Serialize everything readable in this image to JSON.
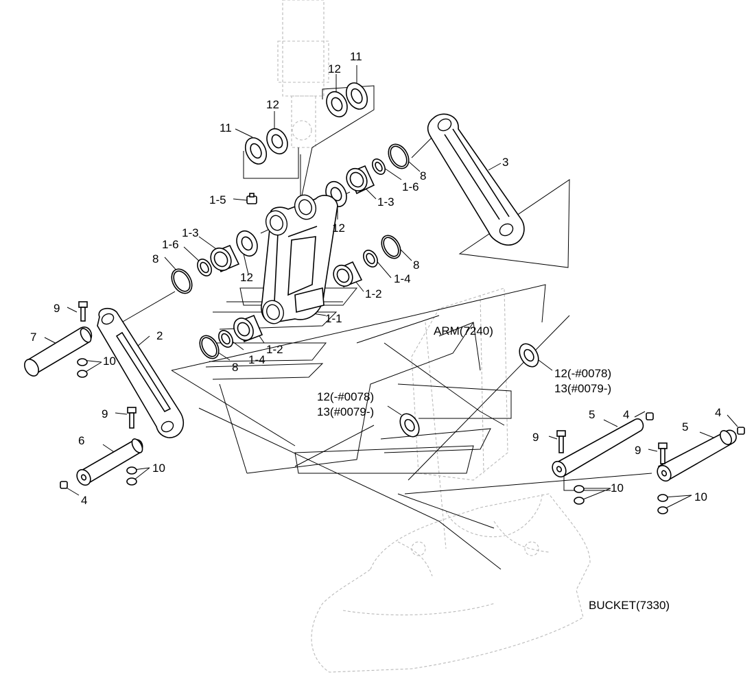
{
  "labels": {
    "p11a": "11",
    "p12a": "12",
    "p11b": "11",
    "p12b": "12",
    "p3": "3",
    "p8a": "8",
    "p1_6a": "1-6",
    "p1_3a": "1-3",
    "p1_5": "1-5",
    "p12c": "12",
    "p1_3b": "1-3",
    "p1_6b": "1-6",
    "p8b": "8",
    "p12d": "12",
    "p8c": "8",
    "p1_4a": "1-4",
    "p1_2a": "1-2",
    "p1_1": "1-1",
    "p9a": "9",
    "p7": "7",
    "p2": "2",
    "p10a": "10",
    "p1_2b": "1-2",
    "p1_4b": "1-4",
    "p8d": "8",
    "arm": "ARM(7240)",
    "p12_13_right_a": "12(-#0078)",
    "p12_13_right_b": "13(#0079-)",
    "p12_13_mid_a": "12(-#0078)",
    "p12_13_mid_b": "13(#0079-)",
    "p9b": "9",
    "p6": "6",
    "p10b": "10",
    "p4a": "4",
    "p4b": "4",
    "p5a": "5",
    "p9c": "9",
    "p10c": "10",
    "p4c": "4",
    "p5b": "5",
    "p9d": "9",
    "p10d": "10",
    "bucket": "BUCKET(7330)"
  }
}
